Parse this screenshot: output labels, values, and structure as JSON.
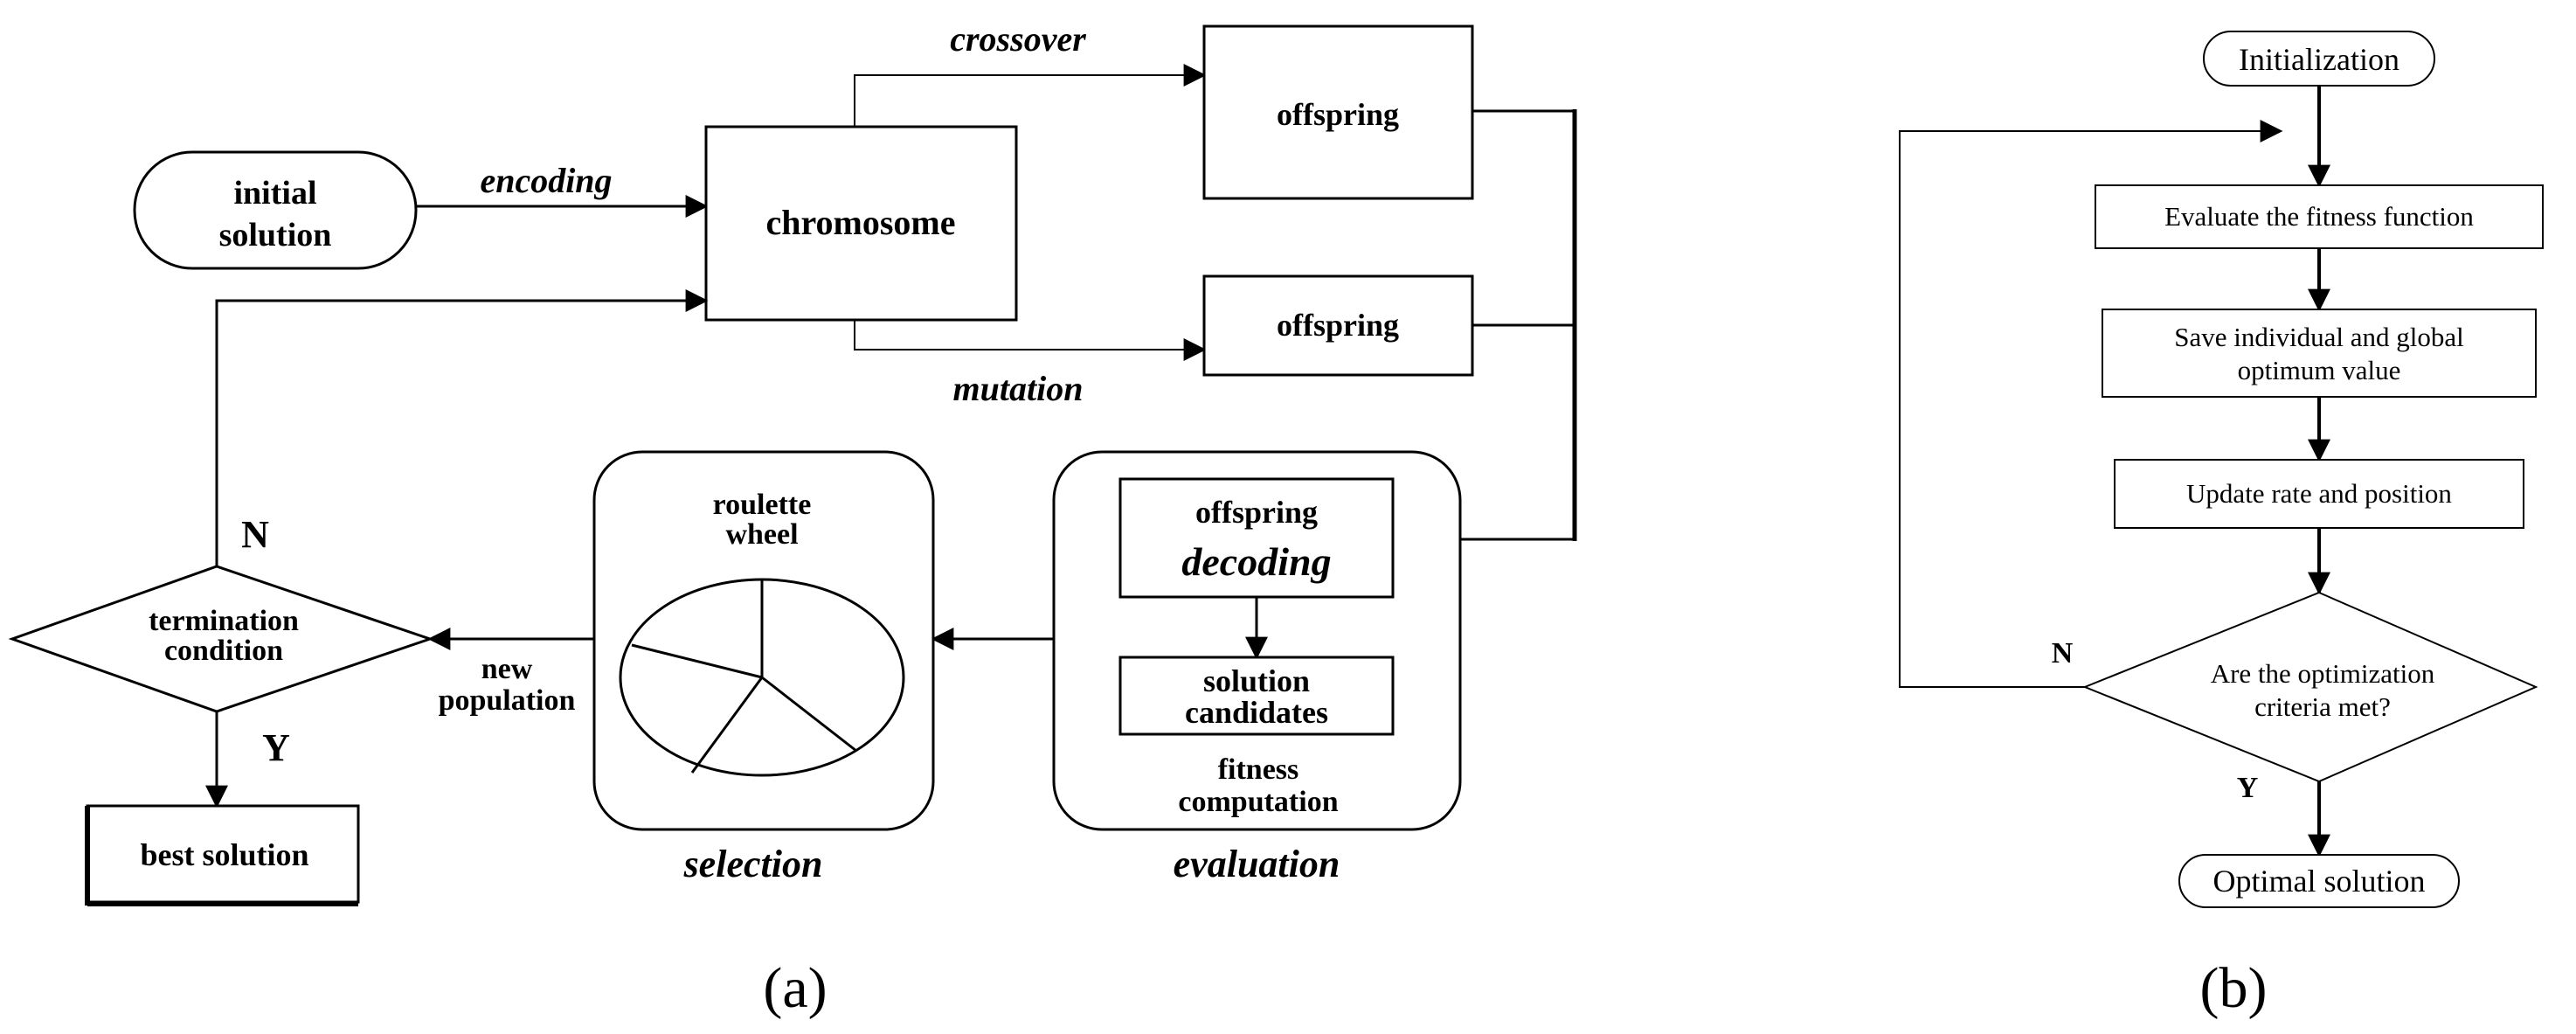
{
  "panel_a": {
    "caption": "(a)",
    "initial_solution": [
      "initial",
      "solution"
    ],
    "encoding": "encoding",
    "chromosome": "chromosome",
    "crossover": "crossover",
    "mutation": "mutation",
    "offspring_top": "offspring",
    "offspring_bottom": "offspring",
    "evaluation_offspring": "offspring",
    "decoding": "decoding",
    "solution_candidates": [
      "solution",
      "candidates"
    ],
    "fitness_computation": [
      "fitness",
      "computation"
    ],
    "evaluation": "evaluation",
    "roulette_wheel": [
      "roulette",
      "wheel"
    ],
    "selection": "selection",
    "new_population": [
      "new",
      "population"
    ],
    "termination_condition": [
      "termination",
      "condition"
    ],
    "n_label": "N",
    "y_label": "Y",
    "best_solution": "best solution"
  },
  "panel_b": {
    "caption": "(b)",
    "initialization": "Initialization",
    "evaluate": "Evaluate the fitness function",
    "save": [
      "Save individual and global",
      "optimum value"
    ],
    "update": "Update rate and position",
    "decision": [
      "Are the optimization",
      "criteria met?"
    ],
    "n_label": "N",
    "y_label": "Y",
    "optimal": "Optimal solution"
  }
}
